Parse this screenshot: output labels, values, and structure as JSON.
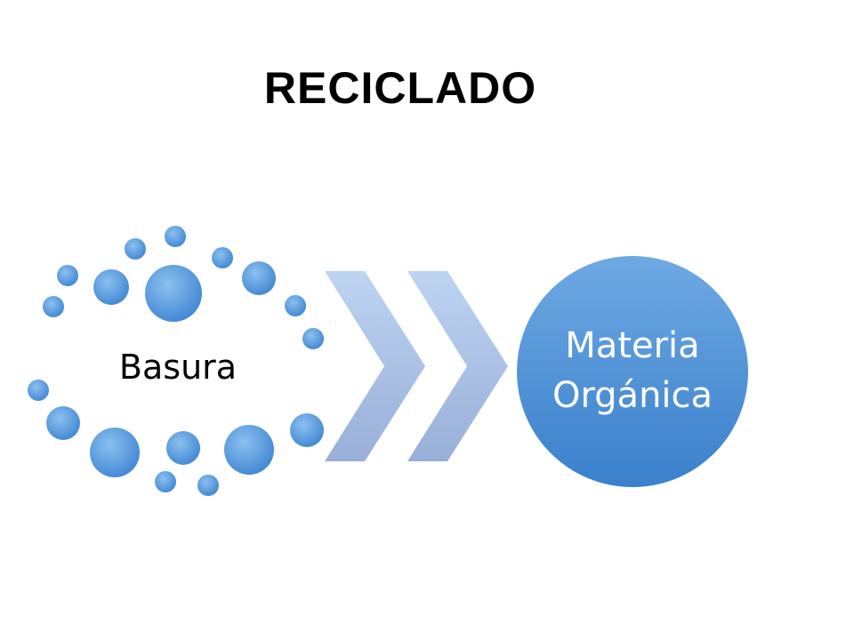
{
  "slide": {
    "title": "RECICLADO"
  },
  "diagram": {
    "source_label": "Basura",
    "target_label_line1": "Materia",
    "target_label_line2": "Orgánica",
    "colors": {
      "dot": "#4a90d9",
      "dot_light": "#7db4ea",
      "chevron_top": "#b7cff0",
      "chevron_bottom": "#9eb5dc",
      "target_circle_top": "#6aa8e4",
      "target_circle_bottom": "#3d83cf",
      "source_text": "#000000",
      "target_text": "#ffffff"
    }
  }
}
